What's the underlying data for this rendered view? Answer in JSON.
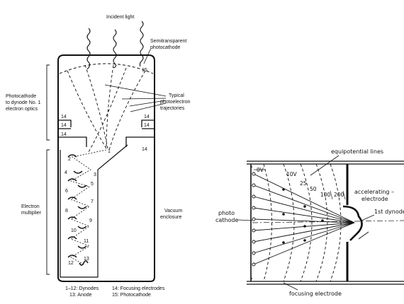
{
  "left_diagram": {
    "incident_light": "Incident light",
    "semitransparent_photocathode": [
      "Semitransparent",
      "photocathode"
    ],
    "typical_trajectories": [
      "Typical",
      "photoelectron",
      "trajectories"
    ],
    "photocathode_to_dynode": [
      "Photocathode",
      "to dynode No. 1",
      "electron optics"
    ],
    "electron_multiplier": [
      "Electron",
      "multiplier"
    ],
    "vacuum_enclosure": [
      "Vacuum",
      "enclosure"
    ],
    "focus_numbers": [
      "14",
      "14",
      "14",
      "14",
      "14",
      "14"
    ],
    "dynode_numbers": [
      "1",
      "2",
      "3",
      "4",
      "5",
      "6",
      "7",
      "8",
      "9",
      "10",
      "11",
      "12",
      "13",
      "15"
    ],
    "key": [
      "1–12: Dynodes",
      "13: Anode",
      "14: Focusing electrodes",
      "15: Photocathode"
    ]
  },
  "right_diagram": {
    "equipotential_lines": "equipotential lines",
    "potentials": [
      "0V",
      "10V",
      "25",
      "50",
      "100",
      "200"
    ],
    "accelerating_electrode": [
      "accelerating –",
      "electrode"
    ],
    "first_dynode": "1st dynode",
    "photo_cathode": [
      "photo",
      "cathode"
    ],
    "focusing_electrode": "focusing electrode"
  }
}
